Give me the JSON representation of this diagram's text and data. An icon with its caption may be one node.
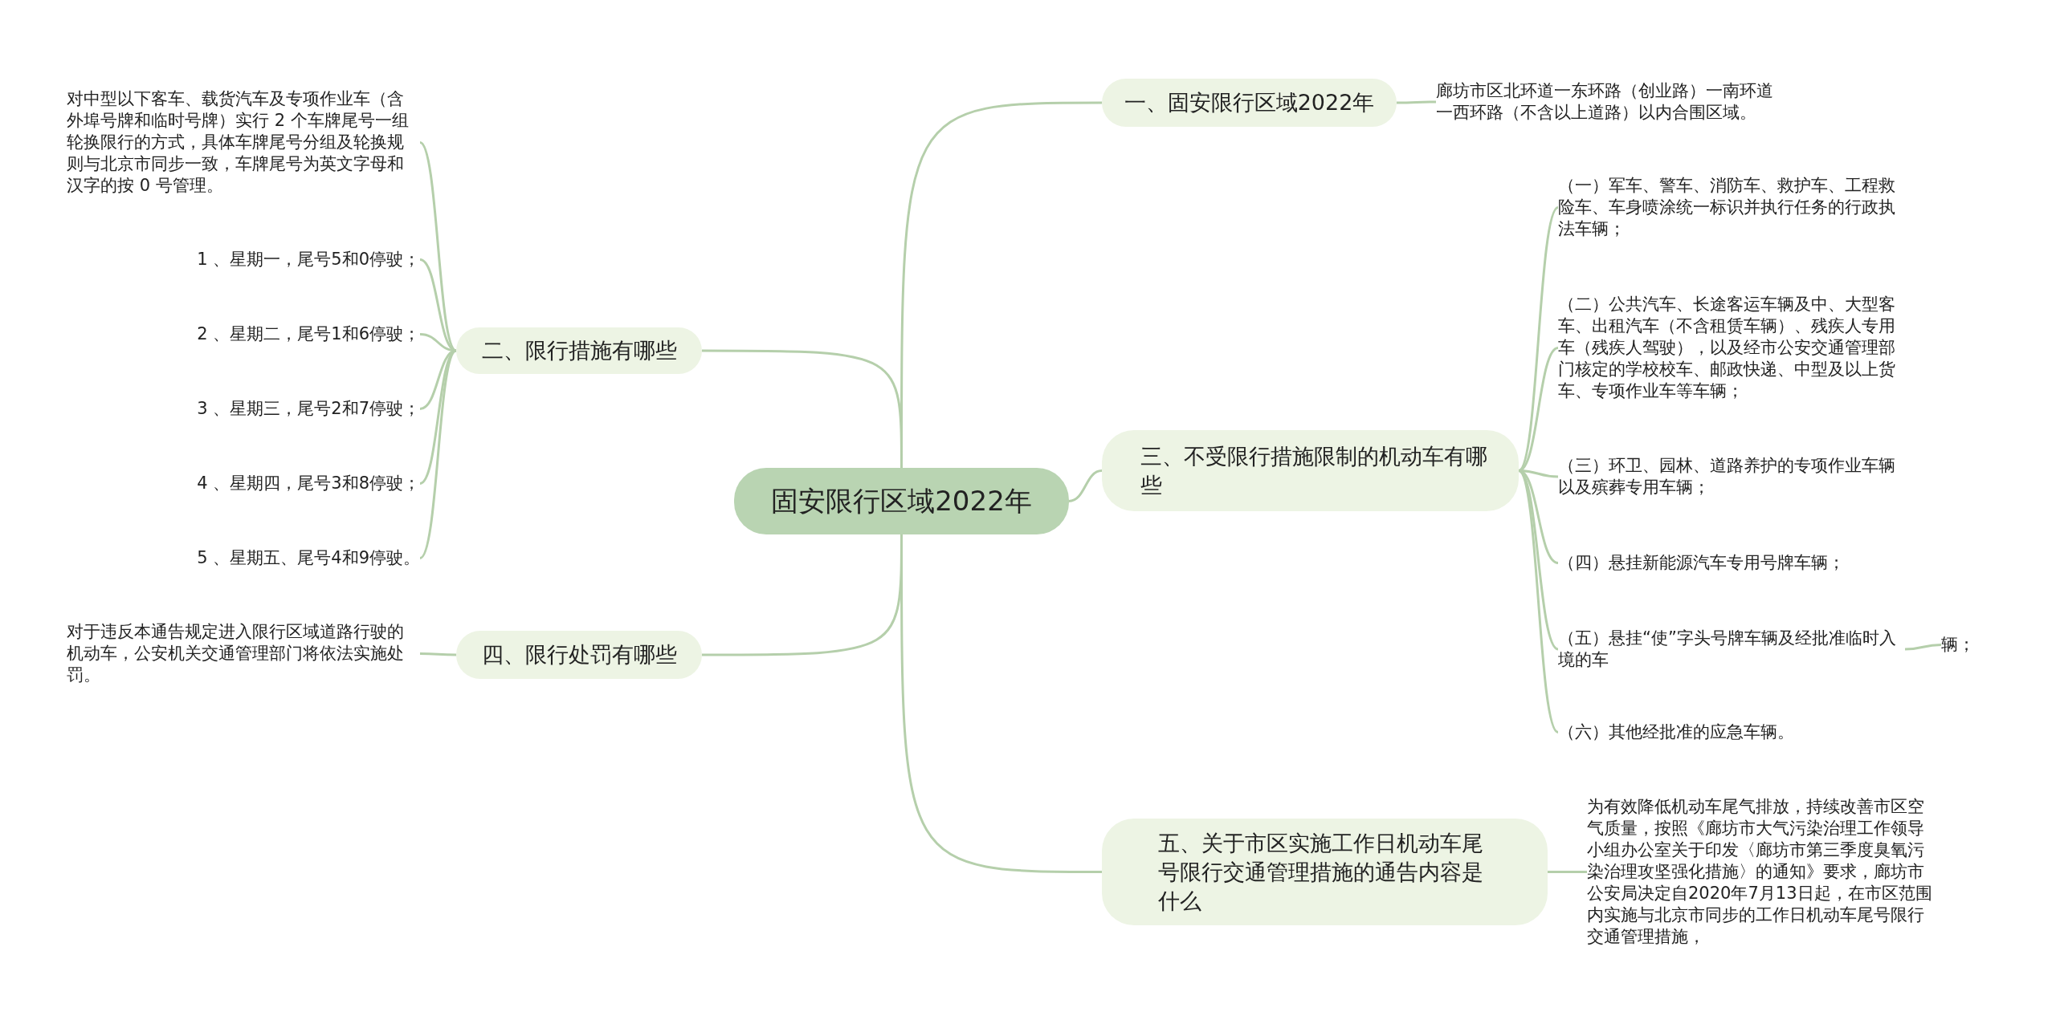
{
  "diagram": {
    "nodes": [
      {
        "text": [
          "固安限行区域2022年"
        ]
      },
      {
        "text": [
          "一、固安限行区域2022年"
        ]
      },
      {
        "text": [
          "廊坊市区北环道一东环路（创业路）一南环道一西环路（不含以上道路）以内合围区域。"
        ]
      },
      {
        "text": [
          "二、限行措施有哪些"
        ]
      },
      {
        "text": [
          "对中型以下客车、载货汽车及专项作业车（含外埠号牌和临时号牌）实行 2 个车牌尾号一组轮换限行的方式，具体车牌尾号分组及轮换规则与北京市同步一致，车牌尾号为英文字母和汉字的按 0 号管理。"
        ]
      },
      {
        "text": [
          "1 、星期一，尾号5和0停驶；"
        ]
      },
      {
        "text": [
          "2 、星期二，尾号1和6停驶；"
        ]
      },
      {
        "text": [
          "3 、星期三，尾号2和7停驶；"
        ]
      },
      {
        "text": [
          "4 、星期四，尾号3和8停驶；"
        ]
      },
      {
        "text": [
          "5 、星期五、尾号4和9停驶。"
        ]
      },
      {
        "text": [
          "三、不受限行措施限制的机动车有哪些"
        ]
      },
      {
        "text": [
          "（一）军车、警车、消防车、救护车、工程救险车、车身喷涂统一标识并执行任务的行政执法车辆；"
        ]
      },
      {
        "text": [
          "（二）公共汽车、长途客运车辆及中、大型客车、出租汽车（不含租赁车辆）、残疾人专用车（残疾人驾驶），以及经市公安交通管理部门核定的学校校车、邮政快递、中型及以上货车、专项作业车等车辆；"
        ]
      },
      {
        "text": [
          "（三）环卫、园林、道路养护的专项作业车辆以及殡葬专用车辆；"
        ]
      },
      {
        "text": [
          "（四）悬挂新能源汽车专用号牌车辆；"
        ]
      },
      {
        "text": [
          "（五）悬挂“使”字头号牌车辆及经批准临时入境的车"
        ]
      },
      {
        "text": [
          "辆；"
        ]
      },
      {
        "text": [
          "（六）其他经批准的应急车辆。"
        ]
      },
      {
        "text": [
          "四、限行处罚有哪些"
        ]
      },
      {
        "text": [
          "对于违反本通告规定进入限行区域道路行驶的机动车，公安机关交通管理部门将依法实施处罚。"
        ]
      },
      {
        "text": [
          "五、关于市区实施工作日机动车尾号限行交通管理措施的通告内容是什么"
        ]
      },
      {
        "text": [
          "为有效降低机动车尾气排放，持续改善市区空气质量，按照《廊坊市大气污染治理工作领导小组办公室关于印发〈廊坊市第三季度臭氧污染治理攻坚强化措施〉的通知》要求，廊坊市公安局决定自2020年7月13日起，在市区范围内实施与北京市同步的工作日机动车尾号限行交通管理措施，"
        ]
      }
    ],
    "edges": [
      {
        "from": 0,
        "to": 1,
        "arrow": "none"
      },
      {
        "from": 1,
        "to": 2,
        "arrow": "none"
      },
      {
        "from": 0,
        "to": 3,
        "arrow": "none"
      },
      {
        "from": 3,
        "to": 4,
        "arrow": "none"
      },
      {
        "from": 3,
        "to": 5,
        "arrow": "none"
      },
      {
        "from": 3,
        "to": 6,
        "arrow": "none"
      },
      {
        "from": 3,
        "to": 7,
        "arrow": "none"
      },
      {
        "from": 3,
        "to": 8,
        "arrow": "none"
      },
      {
        "from": 3,
        "to": 9,
        "arrow": "none"
      },
      {
        "from": 0,
        "to": 10,
        "arrow": "none"
      },
      {
        "from": 10,
        "to": 11,
        "arrow": "none"
      },
      {
        "from": 10,
        "to": 12,
        "arrow": "none"
      },
      {
        "from": 10,
        "to": 13,
        "arrow": "none"
      },
      {
        "from": 10,
        "to": 14,
        "arrow": "none"
      },
      {
        "from": 10,
        "to": 15,
        "arrow": "none"
      },
      {
        "from": 15,
        "to": 16,
        "arrow": "none"
      },
      {
        "from": 10,
        "to": 17,
        "arrow": "none"
      },
      {
        "from": 0,
        "to": 18,
        "arrow": "none"
      },
      {
        "from": 18,
        "to": 19,
        "arrow": "none"
      },
      {
        "from": 0,
        "to": 20,
        "arrow": "none"
      },
      {
        "from": 20,
        "to": 21,
        "arrow": "none"
      }
    ]
  }
}
